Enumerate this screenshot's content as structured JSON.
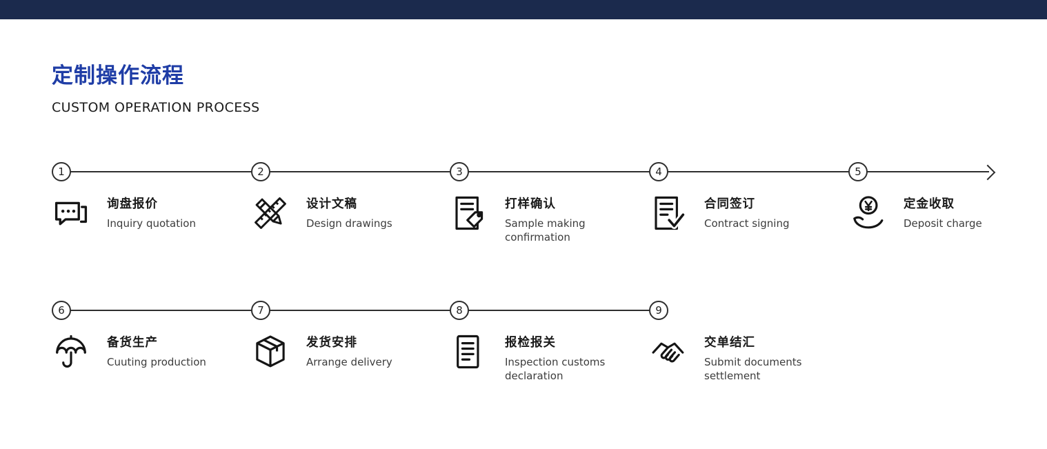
{
  "colors": {
    "topbar": "#1b2a4d",
    "title": "#1f3da6",
    "line": "#2e2e2e",
    "icon": "#151515"
  },
  "header": {
    "title": "定制操作流程",
    "subtitle": "CUSTOM OPERATION PROCESS"
  },
  "process": {
    "rows": [
      {
        "steps": [
          {
            "number": "1",
            "icon": "chat-bubbles-icon",
            "title": "询盘报价",
            "subtitle": "Inquiry quotation"
          },
          {
            "number": "2",
            "icon": "ruler-pencil-icon",
            "title": "设计文稿",
            "subtitle": "Design drawings"
          },
          {
            "number": "3",
            "icon": "document-tag-icon",
            "title": "打样确认",
            "subtitle": "Sample making confirmation"
          },
          {
            "number": "4",
            "icon": "document-check-icon",
            "title": "合同签订",
            "subtitle": "Contract signing"
          },
          {
            "number": "5",
            "icon": "coin-hand-icon",
            "title": "定金收取",
            "subtitle": "Deposit charge"
          }
        ]
      },
      {
        "steps": [
          {
            "number": "6",
            "icon": "umbrella-icon",
            "title": "备货生产",
            "subtitle": "Cuuting production"
          },
          {
            "number": "7",
            "icon": "package-box-icon",
            "title": "发货安排",
            "subtitle": "Arrange delivery"
          },
          {
            "number": "8",
            "icon": "document-lines-icon",
            "title": "报检报关",
            "subtitle": "Inspection customs declaration"
          },
          {
            "number": "9",
            "icon": "handshake-icon",
            "title": "交单结汇",
            "subtitle": "Submit documents settlement"
          }
        ]
      }
    ]
  }
}
